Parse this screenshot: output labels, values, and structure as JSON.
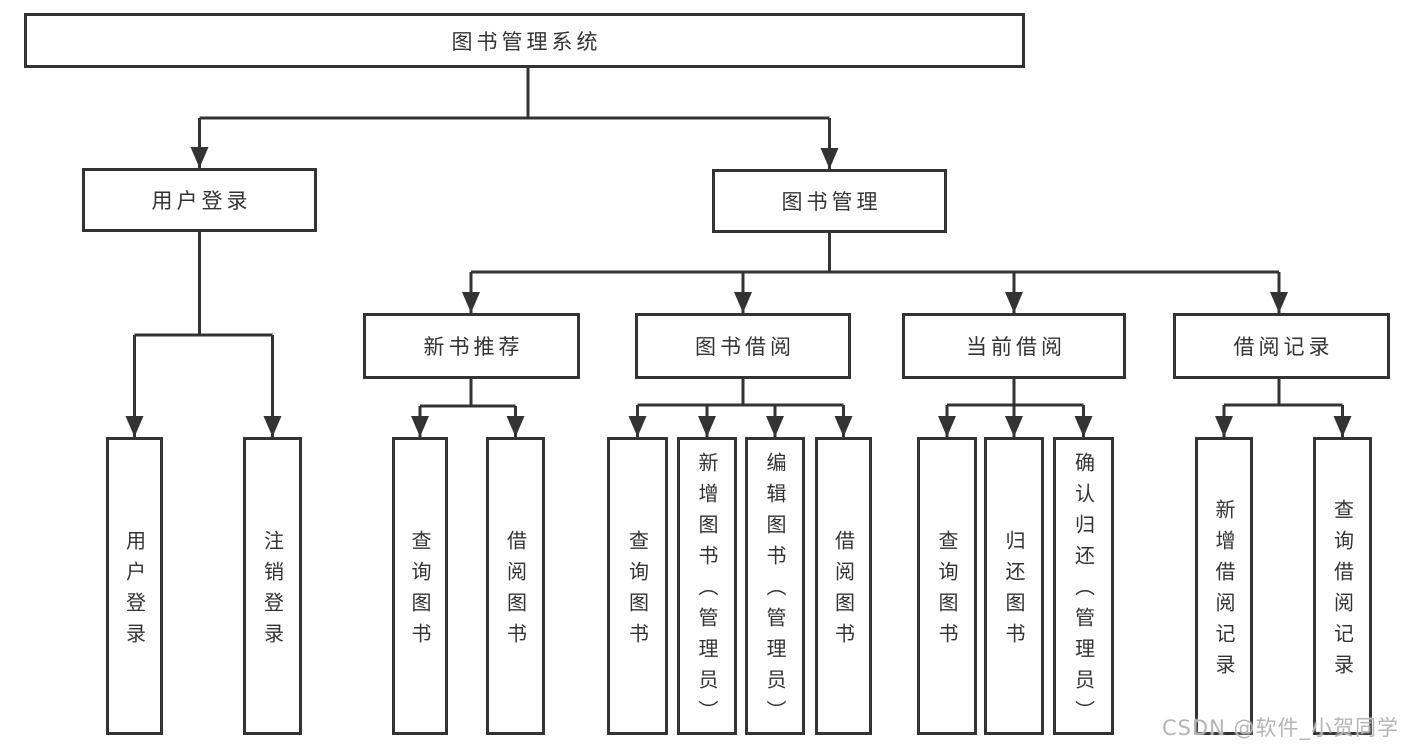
{
  "diagram": {
    "root": {
      "label": "图书管理系统"
    },
    "level2": [
      {
        "label": "用户登录"
      },
      {
        "label": "图书管理"
      }
    ],
    "level3": [
      {
        "label": "新书推荐",
        "parent": "图书管理"
      },
      {
        "label": "图书借阅",
        "parent": "图书管理"
      },
      {
        "label": "当前借阅",
        "parent": "图书管理"
      },
      {
        "label": "借阅记录",
        "parent": "图书管理"
      }
    ],
    "leaves": [
      {
        "label": "用户登录",
        "parent": "用户登录"
      },
      {
        "label": "注销登录",
        "parent": "用户登录"
      },
      {
        "label": "查询图书",
        "parent": "新书推荐"
      },
      {
        "label": "借阅图书",
        "parent": "新书推荐"
      },
      {
        "label": "查询图书",
        "parent": "图书借阅"
      },
      {
        "label": "新增图书（管理员）",
        "parent": "图书借阅"
      },
      {
        "label": "编辑图书（管理员）",
        "parent": "图书借阅"
      },
      {
        "label": "借阅图书",
        "parent": "图书借阅"
      },
      {
        "label": "查询图书",
        "parent": "当前借阅"
      },
      {
        "label": "归还图书",
        "parent": "当前借阅"
      },
      {
        "label": "确认归还（管理员）",
        "parent": "当前借阅"
      },
      {
        "label": "新增借阅记录",
        "parent": "借阅记录"
      },
      {
        "label": "查询借阅记录",
        "parent": "借阅记录"
      }
    ]
  },
  "watermark": {
    "text": "CSDN @软件_小贺同学"
  },
  "colors": {
    "line": "#333333",
    "box_border": "#333333",
    "text": "#333333",
    "watermark": "#b5b5b5",
    "background": "#ffffff"
  }
}
